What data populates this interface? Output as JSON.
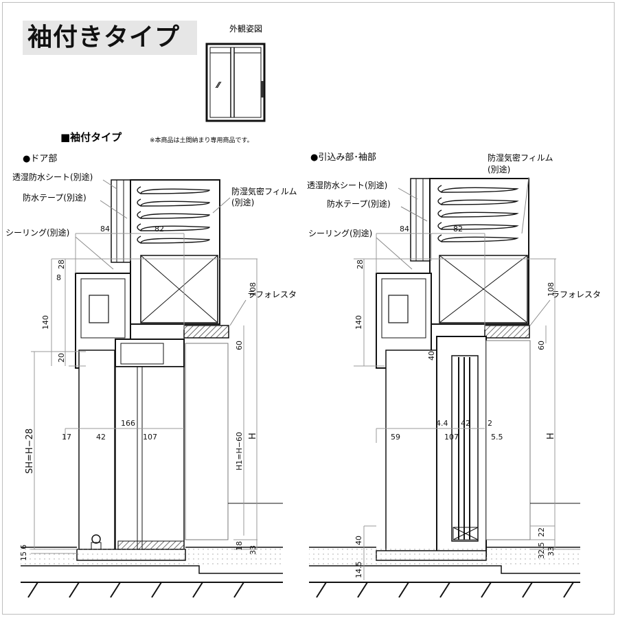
{
  "title": "袖付きタイプ",
  "exterior_view_label": "外観姿図",
  "section_heading": "■袖付タイプ",
  "note": "※本商品は土間納まり専用商品です。",
  "door": {
    "heading": "●ドア部",
    "labels": {
      "breathable_sheet": "透湿防水シート(別途)",
      "waterproof_tape": "防水テープ(別途)",
      "sealing": "シーリング(別途)",
      "vapor_film": "防湿気密フィルム",
      "vapor_film_note": "(別途)",
      "rafores": "ラフォレスタ"
    },
    "dims": {
      "d84": "84",
      "d82": "82",
      "d28": "28",
      "d8": "8",
      "d140": "140",
      "d20": "20",
      "d108": "108",
      "d60": "60",
      "d166": "166",
      "d17": "17",
      "d42": "42",
      "d107": "107",
      "sh": "SH=H−28",
      "h1": "H1=H−60",
      "h": "H",
      "d6": "6",
      "d15": "15",
      "d18": "18",
      "d33": "33"
    }
  },
  "side": {
    "heading": "●引込み部･袖部",
    "labels": {
      "vapor_film": "防湿気密フィルム",
      "vapor_film_note": "(別途)",
      "breathable_sheet": "透湿防水シート(別途)",
      "waterproof_tape": "防水テープ(別途)",
      "sealing": "シーリング(別途)",
      "rafores": "ラフォレスタ"
    },
    "dims": {
      "d84": "84",
      "d82": "82",
      "d28": "28",
      "d140": "140",
      "d108": "108",
      "d40": "40",
      "d60": "60",
      "d44": "4.4",
      "d42": "42",
      "d2": "2",
      "d59": "59",
      "d107": "107",
      "d55": "5.5",
      "h": "H",
      "d40b": "40",
      "d22": "22",
      "d325": "32.5",
      "d33": "33",
      "d145": "14.5"
    }
  }
}
